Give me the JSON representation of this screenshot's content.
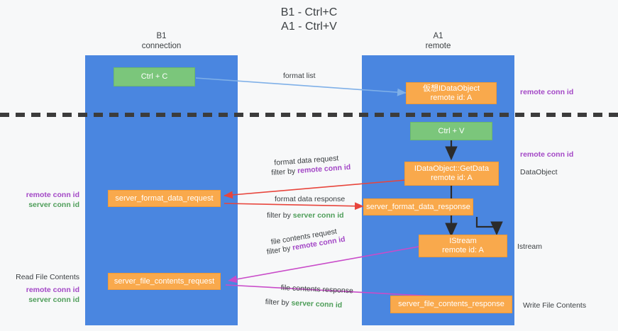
{
  "diagram": {
    "title_line1": "B1 - Ctrl+C",
    "title_line2": "A1 - Ctrl+V",
    "lanes": [
      {
        "name": "B1",
        "sub": "connection"
      },
      {
        "name": "A1",
        "sub": "remote"
      }
    ],
    "boxes": {
      "ctrl_c": "Ctrl + C",
      "ctrl_v": "Ctrl + V",
      "virtual_dataobject_l1": "仮想IDataObject",
      "virtual_dataobject_l2": "remote id: A",
      "getdata_l1": "IDataObject::GetData",
      "getdata_l2": "remote id: A",
      "istream_l1": "IStream",
      "istream_l2": "remote id: A",
      "server_format_data_request": "server_format_data_request",
      "server_format_data_response": "server_format_data_response",
      "server_file_contents_request": "server_file_contents_request",
      "server_file_contents_response": "server_file_contents_response"
    },
    "edge_labels": {
      "format_list": "format list",
      "format_data_request": "format data request",
      "format_data_response": "format data response",
      "file_contents_request": "file contents request",
      "file_contents_response": "file contents response",
      "filter_by": "filter by ",
      "remote_conn_id": "remote conn id",
      "server_conn_id": "server conn id"
    },
    "right_labels": {
      "remote_conn_id_top": "remote conn id",
      "remote_conn_id_mid": "remote conn id",
      "dataobject": "DataObject",
      "istream": "Istream",
      "write_file_contents": "Write File Contents"
    },
    "left_labels": {
      "remote_conn_id": "remote conn id",
      "server_conn_id": "server conn id",
      "read_file_contents": "Read File Contents",
      "remote_conn_id_2": "remote conn id",
      "server_conn_id_2": "server conn id"
    },
    "colors": {
      "lane": "#4a86e0",
      "orange": "#f9a94c",
      "green": "#7bc67b",
      "purple": "#a347c6",
      "green_text": "#4f9e5a",
      "red_arrow": "#e8453c",
      "blue_arrow": "#7fb0e8",
      "magenta_arrow": "#c94cc9",
      "divider": "#3c3c3c"
    }
  }
}
